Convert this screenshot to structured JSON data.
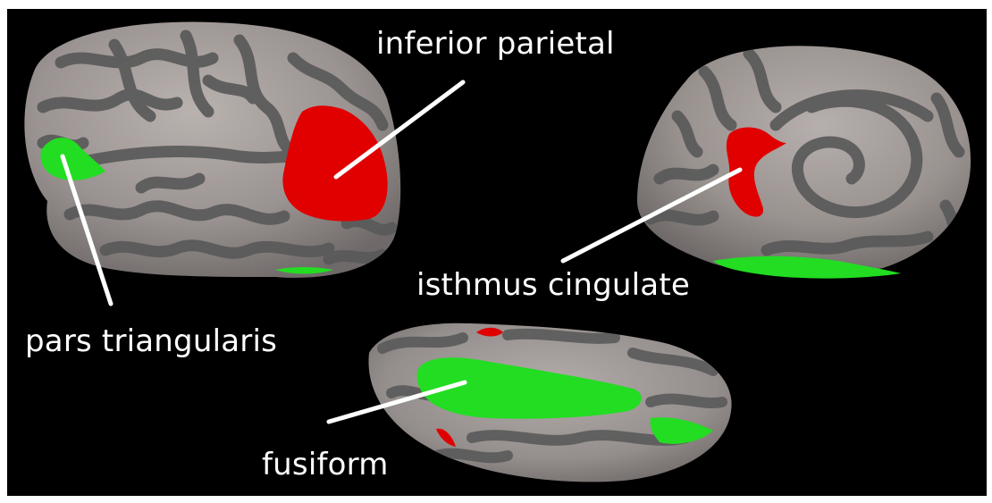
{
  "figure": {
    "labels": {
      "inferior_parietal": "inferior parietal",
      "isthmus_cingulate": "isthmus cingulate",
      "pars_triangularis": "pars triangularis",
      "fusiform": "fusiform"
    }
  },
  "views": [
    "lateral-inflated-hemisphere",
    "medial-inflated-hemisphere",
    "ventral-inflated-hemisphere"
  ],
  "colors": {
    "background": "#000000",
    "cortex_gyri": "#a39c9a",
    "cortex_sulci": "#5a5a5a",
    "region_red": "#e00000",
    "region_green": "#22dd22",
    "pointer_line": "#ffffff",
    "label_text": "#ffffff"
  }
}
